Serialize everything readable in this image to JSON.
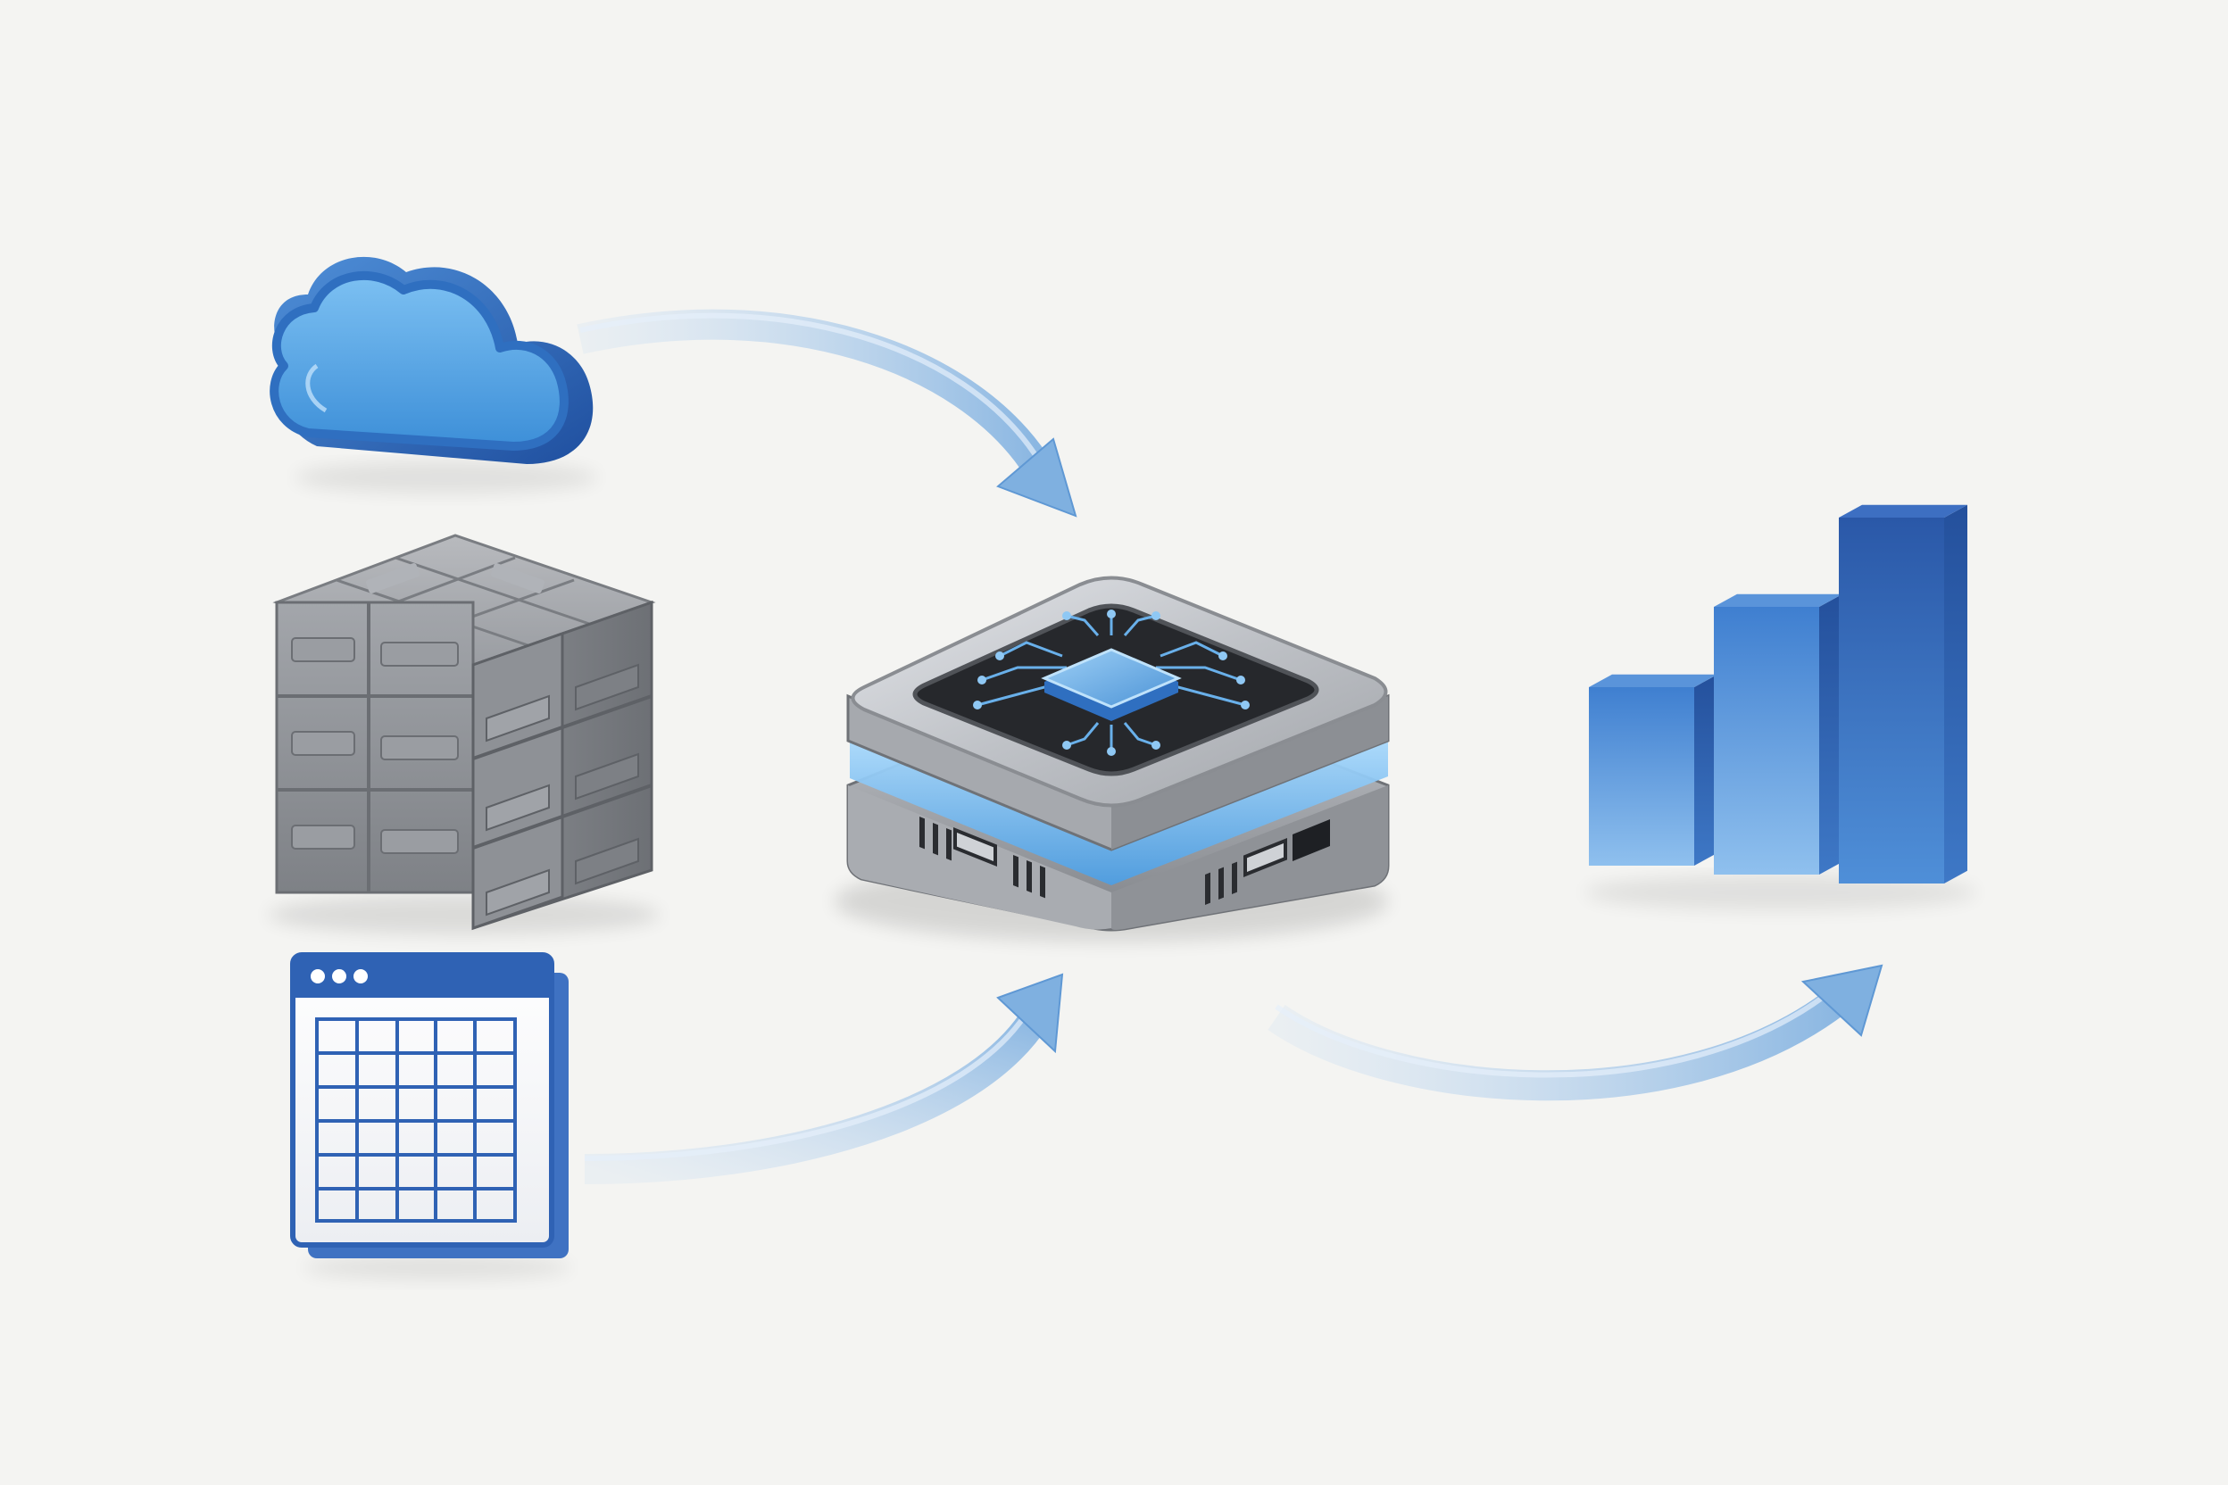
{
  "diagram": {
    "sources": [
      {
        "icon": "cloud-icon"
      },
      {
        "icon": "database-blocks-icon"
      },
      {
        "icon": "spreadsheet-window-icon"
      }
    ],
    "processor": {
      "icon": "processor-chip-device-icon"
    },
    "output": {
      "icon": "bar-chart-icon",
      "bar_levels": [
        0.42,
        0.62,
        0.84
      ]
    },
    "flows": [
      {
        "from": "cloud-icon",
        "to": "processor-chip-device-icon"
      },
      {
        "from": "spreadsheet-window-icon",
        "to": "processor-chip-device-icon"
      },
      {
        "from": "processor-chip-device-icon",
        "to": "bar-chart-icon"
      }
    ],
    "colors": {
      "background": "#f4f4f2",
      "accent_blue": "#3f7fd0",
      "deep_blue": "#2a58a8",
      "arrow_blue": "#7fb0e0",
      "metal_gray": "#8a8d92",
      "chip_blue": "#69b0ea"
    }
  }
}
